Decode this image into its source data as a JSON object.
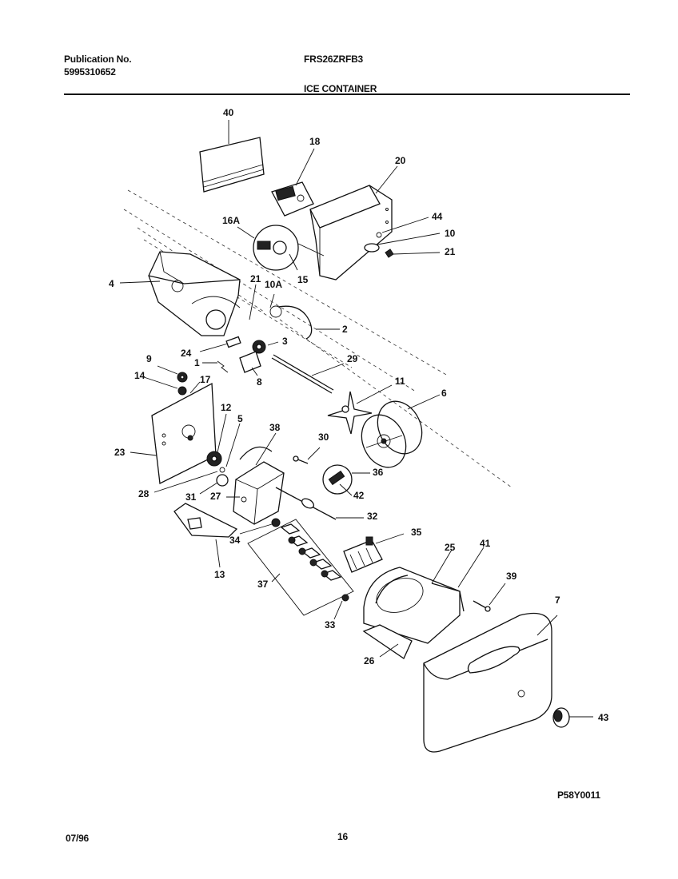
{
  "header": {
    "publication_label": "Publication No.",
    "publication_number": "5995310652",
    "model": "FRS26ZRFB3",
    "section_title": "ICE CONTAINER"
  },
  "footer": {
    "date": "07/96",
    "page": "16",
    "diagram_code": "P58Y0011"
  },
  "callouts": [
    "40",
    "18",
    "20",
    "16A",
    "44",
    "10",
    "21",
    "15",
    "4",
    "21",
    "10A",
    "2",
    "24",
    "3",
    "1",
    "8",
    "29",
    "11",
    "9",
    "14",
    "17",
    "6",
    "12",
    "5",
    "38",
    "30",
    "23",
    "36",
    "42",
    "28",
    "31",
    "27",
    "32",
    "35",
    "25",
    "41",
    "39",
    "34",
    "13",
    "37",
    "7",
    "33",
    "26",
    "43"
  ]
}
